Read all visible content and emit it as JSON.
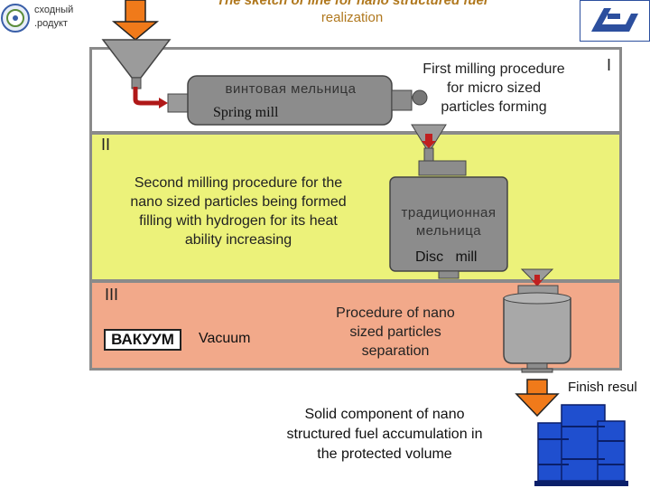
{
  "header": {
    "title_line1": "The sketch of  line for nano structured fuel",
    "title_line2": "realization",
    "left_logo_text_line1": "сходный",
    "left_logo_text_line2": ".родукт"
  },
  "stages": {
    "stage1": {
      "roman": "I",
      "machine_ru": "винтовая мельница",
      "machine_en": "Spring  mill",
      "description": [
        "First milling procedure",
        "for micro sized",
        "particles forming"
      ]
    },
    "stage2": {
      "roman": "II",
      "machine_ru": [
        "традиционная",
        "мельница"
      ],
      "machine_en": "Disc   mill",
      "description": [
        "Second milling procedure for the",
        "nano sized  particles being formed",
        "filling with hydrogen for its heat",
        "ability increasing"
      ]
    },
    "stage3": {
      "roman": "III",
      "vacuum_ru": "ВАКУУМ",
      "vacuum_en": "Vacuum",
      "description": [
        "Procedure of nano",
        "sized particles",
        "separation"
      ]
    }
  },
  "output": {
    "finish_label": "Finish resul",
    "description": [
      "Solid component of nano",
      "structured fuel accumulation in",
      "the protected volume"
    ]
  },
  "colors": {
    "arrow_orange": "#f07a1a",
    "band2_yellow": "#ecf27a",
    "band3_salmon": "#f2a98a",
    "machine_grey": "#8c8c8c",
    "barrel_blue": "#1f4fcf",
    "title_gold": "#b0781e"
  }
}
